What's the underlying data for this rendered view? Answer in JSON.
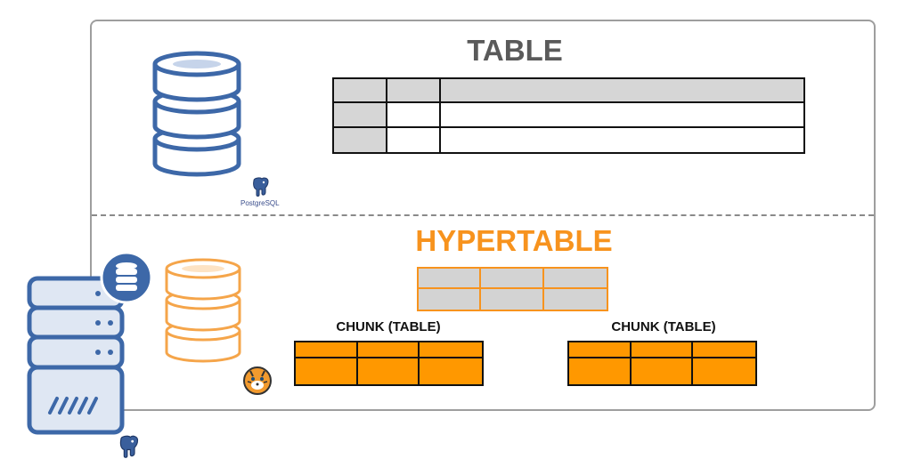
{
  "diagram": {
    "table_title": "TABLE",
    "hypertable_title": "HYPERTABLE",
    "chunk_labels": [
      "CHUNK (TABLE)",
      "CHUNK (TABLE)"
    ],
    "postgres_caption": "PostgreSQL"
  },
  "icons": {
    "table_db": "database-icon",
    "hypertable_db": "database-icon",
    "postgres_logo": "postgresql-elephant-icon",
    "timescale_logo": "timescaledb-tiger-icon",
    "server": "server-icon",
    "server_db_badge": "database-badge-icon",
    "server_postgres_logo": "postgresql-elephant-icon"
  },
  "colors": {
    "frame_border": "#9e9e9e",
    "table_title": "#5a5a5a",
    "hypertable_accent": "#f7931e",
    "chunk_fill": "#ff9800",
    "database_blue": "#3d68a8",
    "database_orange": "#f5a54a",
    "header_gray": "#d3d3d3"
  }
}
